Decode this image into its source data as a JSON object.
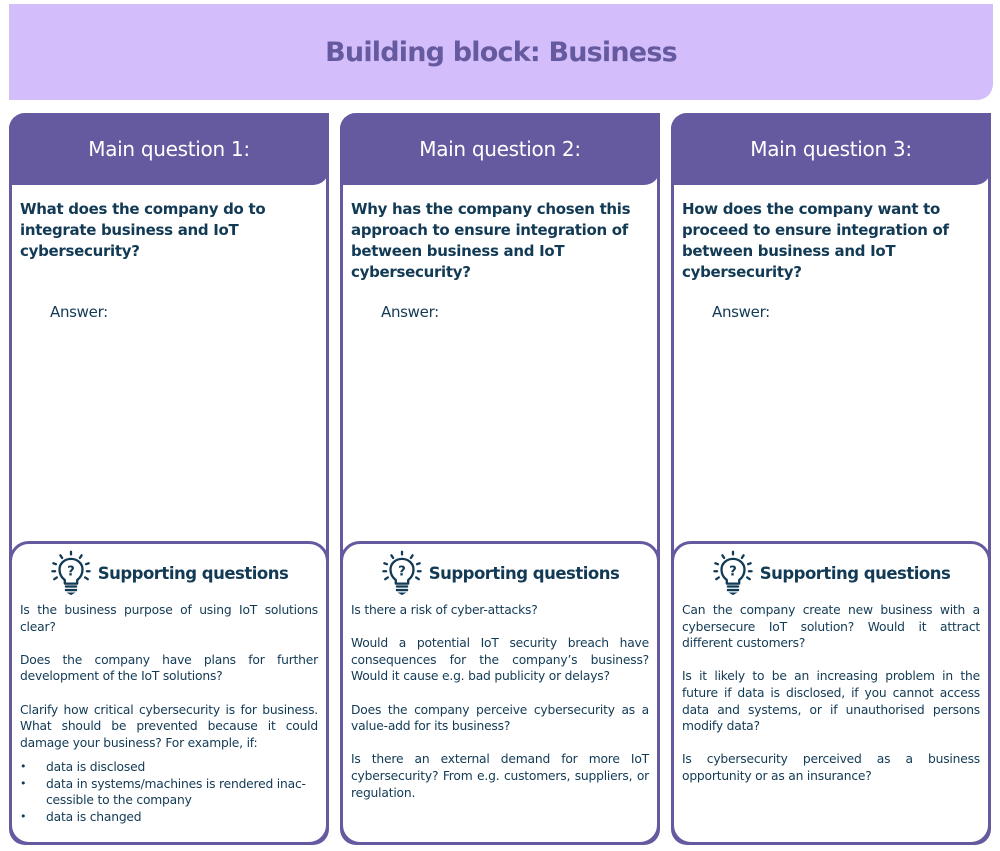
{
  "colors": {
    "banner_bg": "#d4bdfb",
    "accent": "#655a9f",
    "text_dark": "#123a55"
  },
  "banner": {
    "title": "Building block: Business"
  },
  "columns": [
    {
      "header": "Main question 1:",
      "question": "What does the company do to integrate business and IoT cybersecurity?",
      "answer_label": "Answer:",
      "support": {
        "icon": "lightbulb-question-icon",
        "title": "Supporting questions",
        "paragraphs": [
          "Is the business purpose of using IoT solutions clear?",
          "Does the company have plans for further development of the IoT solutions?",
          "Clarify how critical cybersecurity is for business. What should be prevented because it could damage your business? For example, if:"
        ],
        "bullets": [
          "data is disclosed",
          "data in systems/machines is rendered inac­cessible to the company",
          "data is changed"
        ]
      }
    },
    {
      "header": "Main question 2:",
      "question": "Why has the company chosen this approach to ensure integration of between business and IoT cybersecurity?",
      "answer_label": "Answer:",
      "support": {
        "icon": "lightbulb-question-icon",
        "title": "Supporting questions",
        "paragraphs": [
          "Is there a risk of cyber-attacks?",
          "Would a potential IoT security breach have consequences for the company’s business? Would it cause e.g. bad publicity or delays?",
          "Does the company perceive cybersecurity as a value-add for its business?",
          "Is there an external demand for more IoT cybersecurity? From e.g. customers, suppliers, or regulation."
        ],
        "bullets": []
      }
    },
    {
      "header": "Main question 3:",
      "question": "How does the company want to proceed to ensure integration of between business and IoT cybersecurity?",
      "answer_label": "Answer:",
      "support": {
        "icon": "lightbulb-question-icon",
        "title": "Supporting questions",
        "paragraphs": [
          "Can the company create new business with a cybersecure IoT solution? Would it attract different customers?",
          "Is it likely to be an increasing problem in the future if data is disclosed, if you cannot access data and systems, or if unauthorised persons modify data?",
          "Is cybersecurity perceived as a business opportunity or as an insurance?"
        ],
        "bullets": []
      }
    }
  ]
}
